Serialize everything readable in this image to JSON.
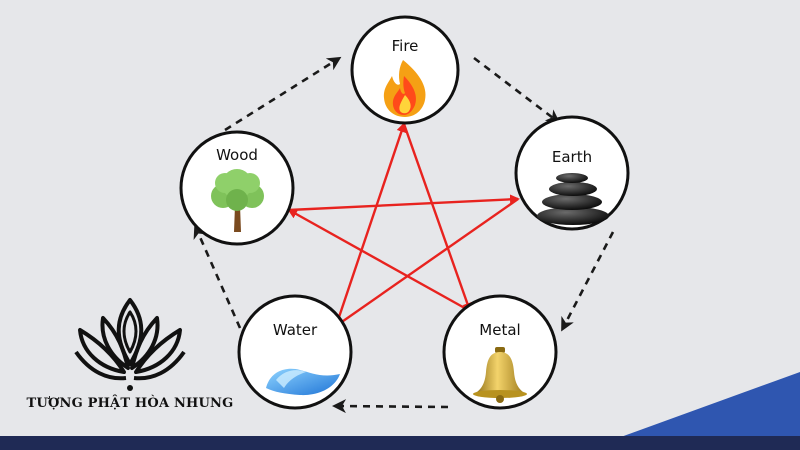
{
  "nodes": [
    {
      "id": "fire",
      "label": "Fire",
      "icon": "flame-icon"
    },
    {
      "id": "earth",
      "label": "Earth",
      "icon": "stacked-stones-icon"
    },
    {
      "id": "metal",
      "label": "Metal",
      "icon": "bell-icon"
    },
    {
      "id": "water",
      "label": "Water",
      "icon": "water-wave-icon"
    },
    {
      "id": "wood",
      "label": "Wood",
      "icon": "tree-icon"
    }
  ],
  "generating_cycle": [
    [
      "fire",
      "earth"
    ],
    [
      "earth",
      "metal"
    ],
    [
      "metal",
      "water"
    ],
    [
      "water",
      "wood"
    ],
    [
      "wood",
      "fire"
    ]
  ],
  "controlling_cycle": [
    [
      "fire",
      "metal"
    ],
    [
      "metal",
      "wood"
    ],
    [
      "wood",
      "earth"
    ],
    [
      "earth",
      "water"
    ],
    [
      "water",
      "fire"
    ]
  ],
  "brand": {
    "name": "TƯỢNG PHẬT HÒA NHUNG",
    "icon": "lotus-icon"
  },
  "colors": {
    "background": "#e6e7ea",
    "controlling_arrow": "#e8231f",
    "generating_arrow": "#1a1a1a",
    "footer": "#1f2a55",
    "accent": "#2f56b0"
  }
}
